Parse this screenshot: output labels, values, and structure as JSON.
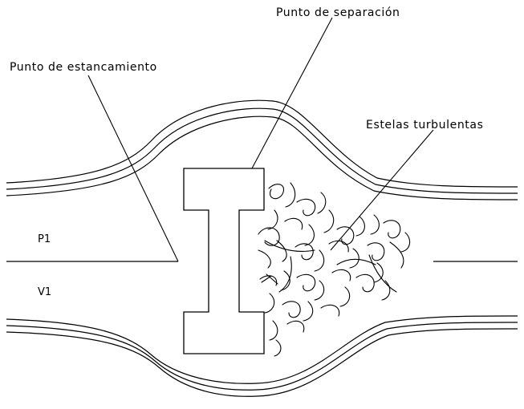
{
  "labels": {
    "separation_point": "Punto de separación",
    "stagnation_point": "Punto de estancamiento",
    "turbulent_wakes": "Estelas turbulentas",
    "pressure_upstream": "P1",
    "velocity_upstream": "V1"
  }
}
